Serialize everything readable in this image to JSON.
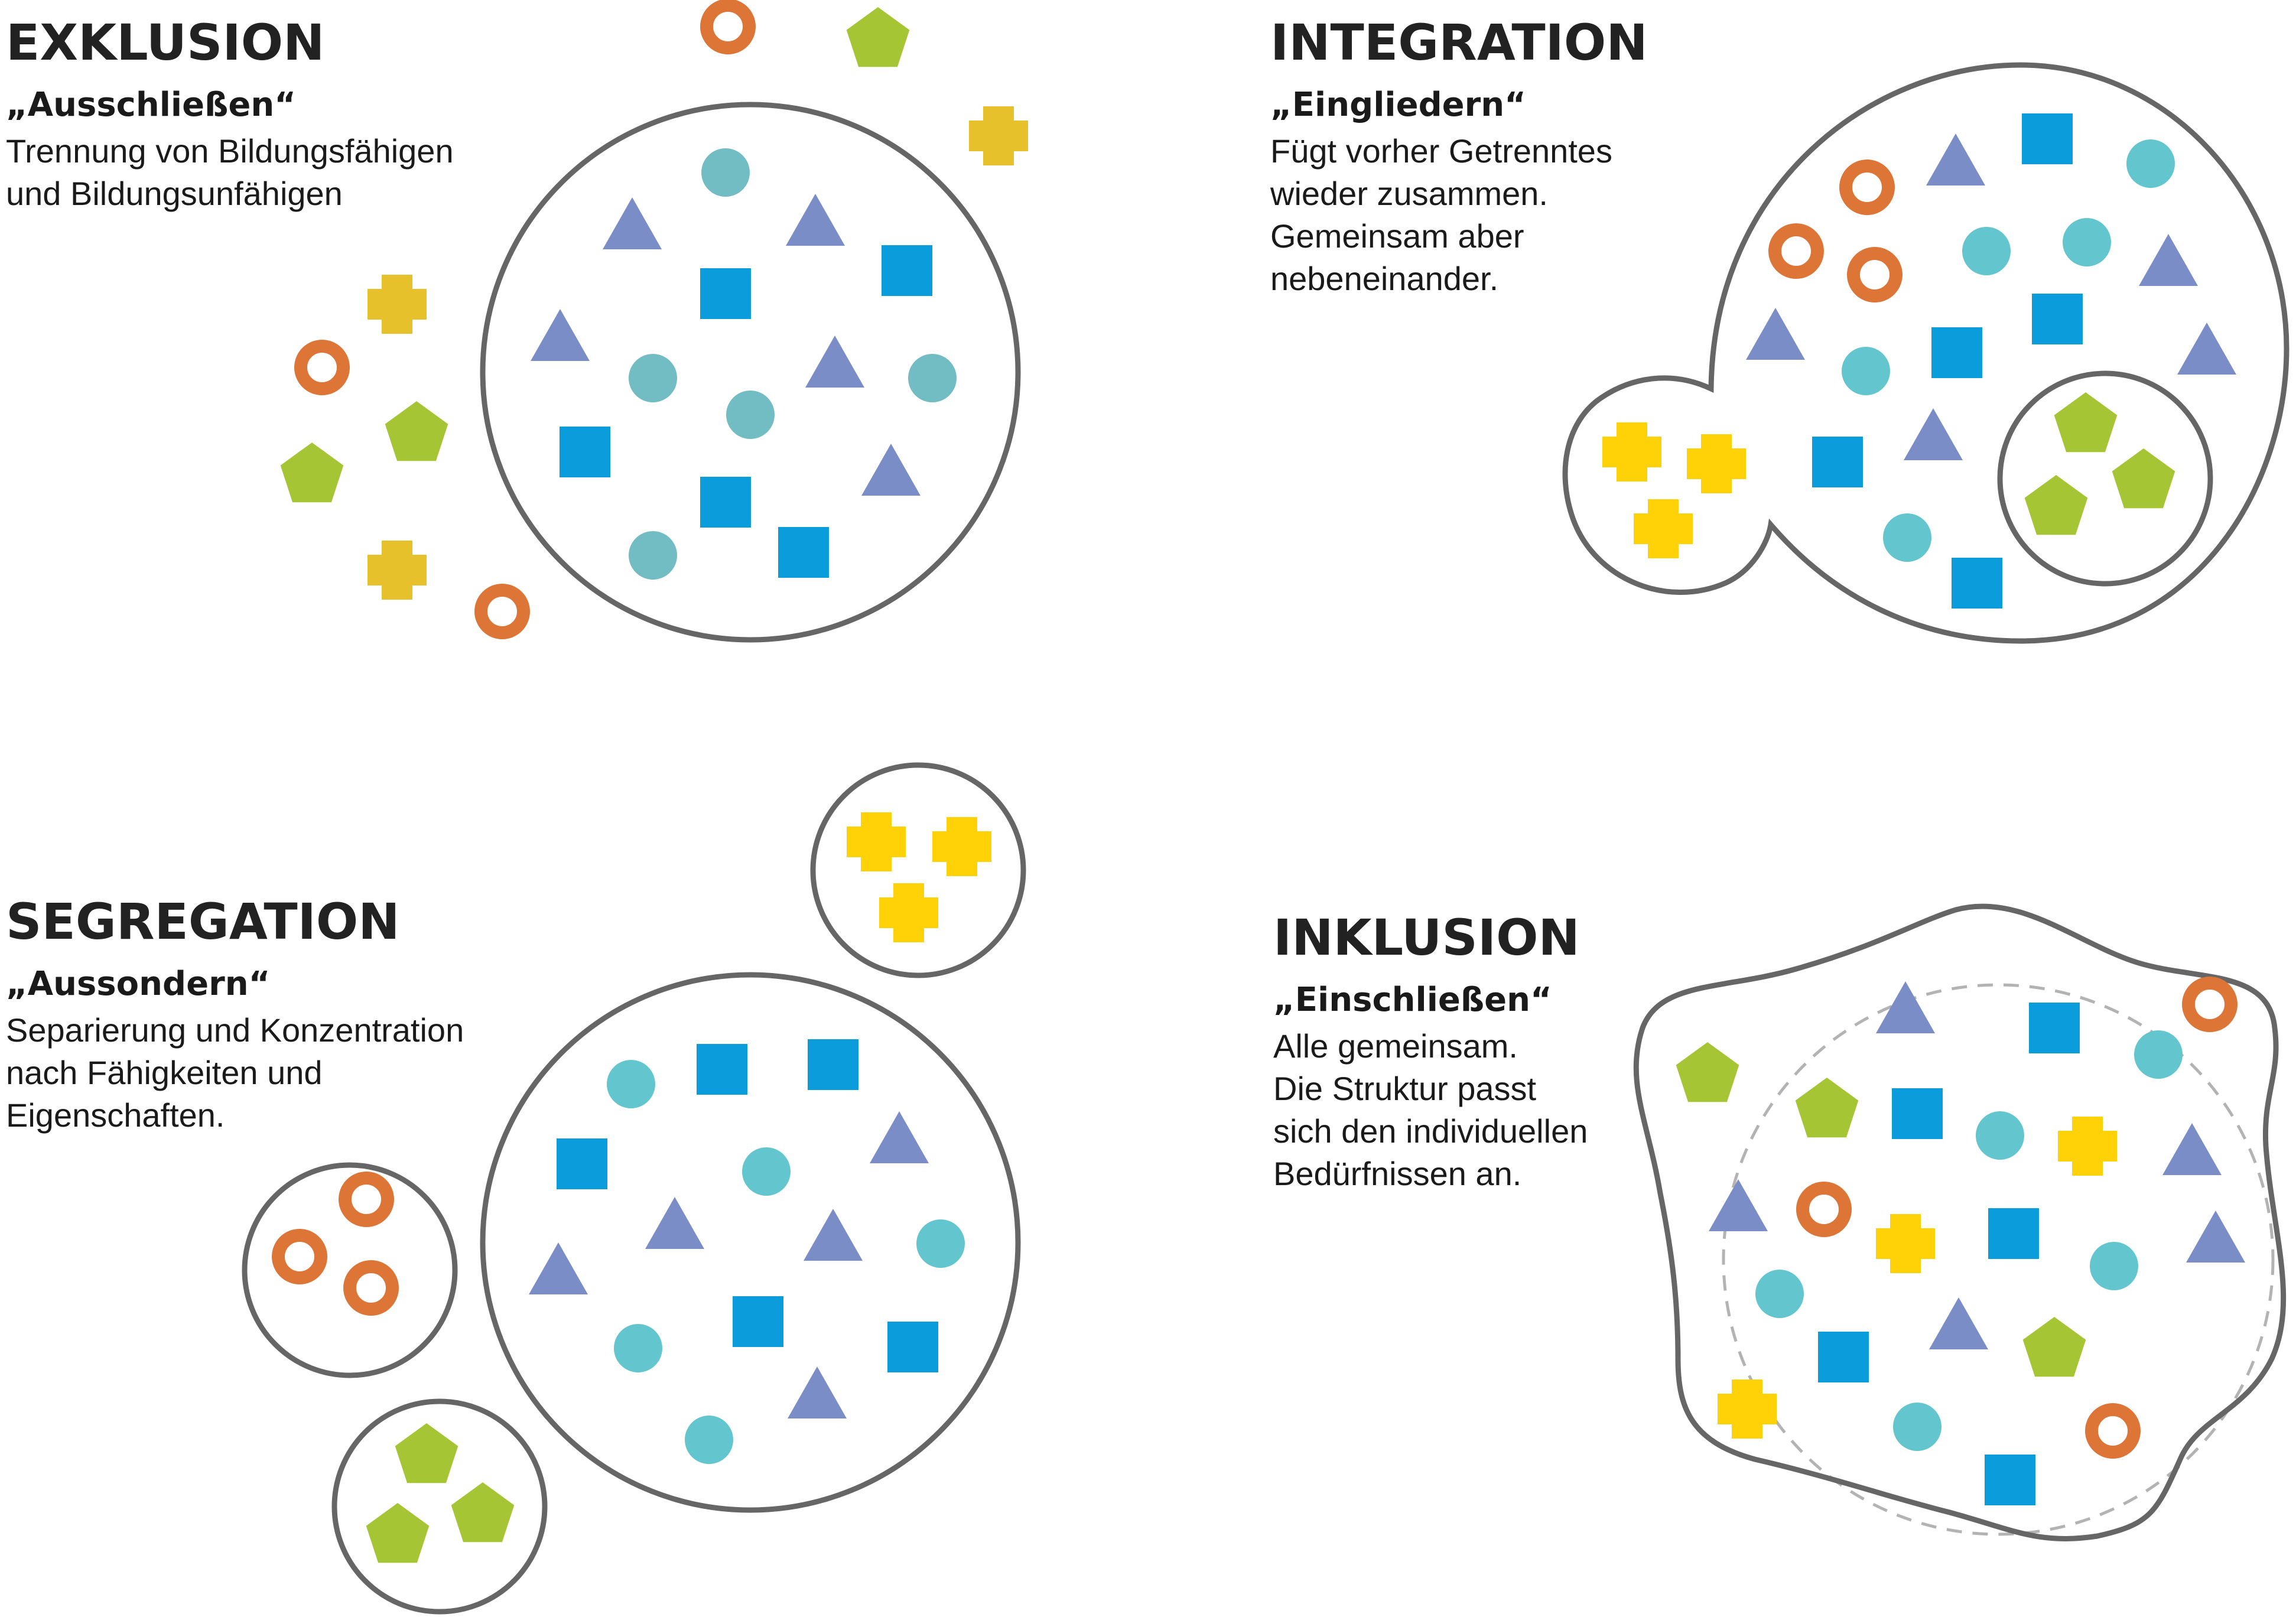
{
  "colors": {
    "outline": "#666666",
    "dashed": "#b3b3b3",
    "circle_teal": "#72bcc4",
    "circle_cyan": "#63c6cf",
    "square": "#0b9ddb",
    "triangle": "#7b8dc6",
    "ring": "#dd7537",
    "pentagon": "#a6c534",
    "cross_exklusion": "#e6c12c",
    "cross": "#fed206"
  },
  "shape_icons": {
    "circle": "filled-circle-icon",
    "square": "filled-square-icon",
    "triangle": "filled-triangle-icon",
    "ring": "ring-icon",
    "pentagon": "pentagon-icon",
    "cross": "plus-cross-icon"
  },
  "panels": {
    "exklusion": {
      "title": "EXKLUSION",
      "subtitle": "„Ausschließen“",
      "lines": [
        "Trennung von Bildungsfähigen",
        "und Bildungsunfähigen"
      ]
    },
    "integration": {
      "title": "INTEGRATION",
      "subtitle": "„Eingliedern“",
      "lines": [
        "Fügt vorher Getrenntes",
        "wieder zusammen.",
        "Gemeinsam aber",
        "nebeneinander."
      ]
    },
    "segregation": {
      "title": "SEGREGATION",
      "subtitle": "„Aussondern“",
      "lines": [
        "Separierung und Konzentration",
        "nach Fähigkeiten und",
        "Eigenschaften."
      ]
    },
    "inklusion": {
      "title": "INKLUSION",
      "subtitle": "„Einschließen“",
      "lines": [
        "Alle gemeinsam.",
        "Die Struktur passt",
        "sich den individuellen",
        "Bedürfnissen an."
      ]
    }
  }
}
